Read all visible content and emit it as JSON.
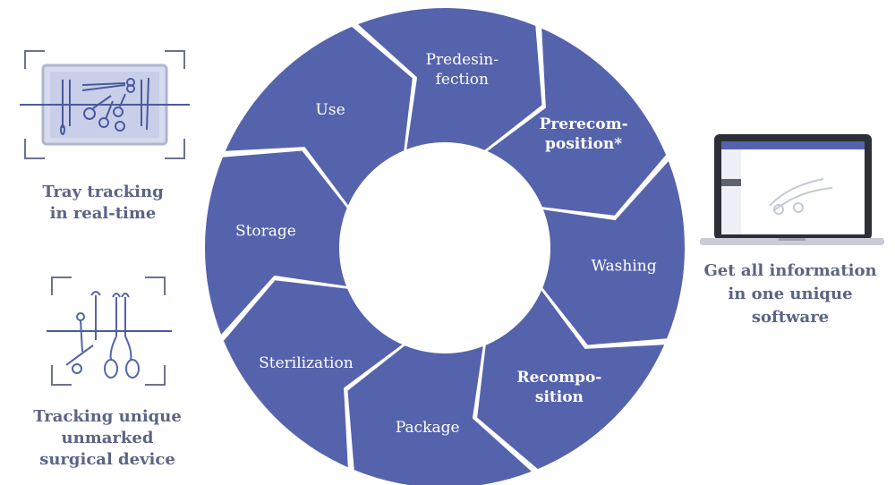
{
  "colors": {
    "segment": "#5563ad",
    "caption_text": "#5b6485",
    "icon_stroke": "#5563ad",
    "frame": "#6b7390"
  },
  "cycle": {
    "steps": [
      {
        "lines": [
          "Predesin-",
          "fection"
        ],
        "bold": false
      },
      {
        "lines": [
          "Prerecom-",
          "position*"
        ],
        "bold": true
      },
      {
        "lines": [
          "Washing"
        ],
        "bold": false
      },
      {
        "lines": [
          "Recompo-",
          "sition"
        ],
        "bold": true
      },
      {
        "lines": [
          "Package"
        ],
        "bold": false
      },
      {
        "lines": [
          "Sterilization"
        ],
        "bold": false
      },
      {
        "lines": [
          "Storage"
        ],
        "bold": false
      },
      {
        "lines": [
          "Use"
        ],
        "bold": false
      }
    ]
  },
  "captions": {
    "tray": [
      "Tray tracking",
      "in real-time"
    ],
    "device": [
      "Tracking unique",
      "unmarked",
      "surgical device"
    ],
    "software": [
      "Get all information",
      "in one unique",
      "software"
    ]
  },
  "icons": {
    "tray": "surgical-tray-icon",
    "device": "surgical-instruments-icon",
    "software": "laptop-software-icon"
  }
}
